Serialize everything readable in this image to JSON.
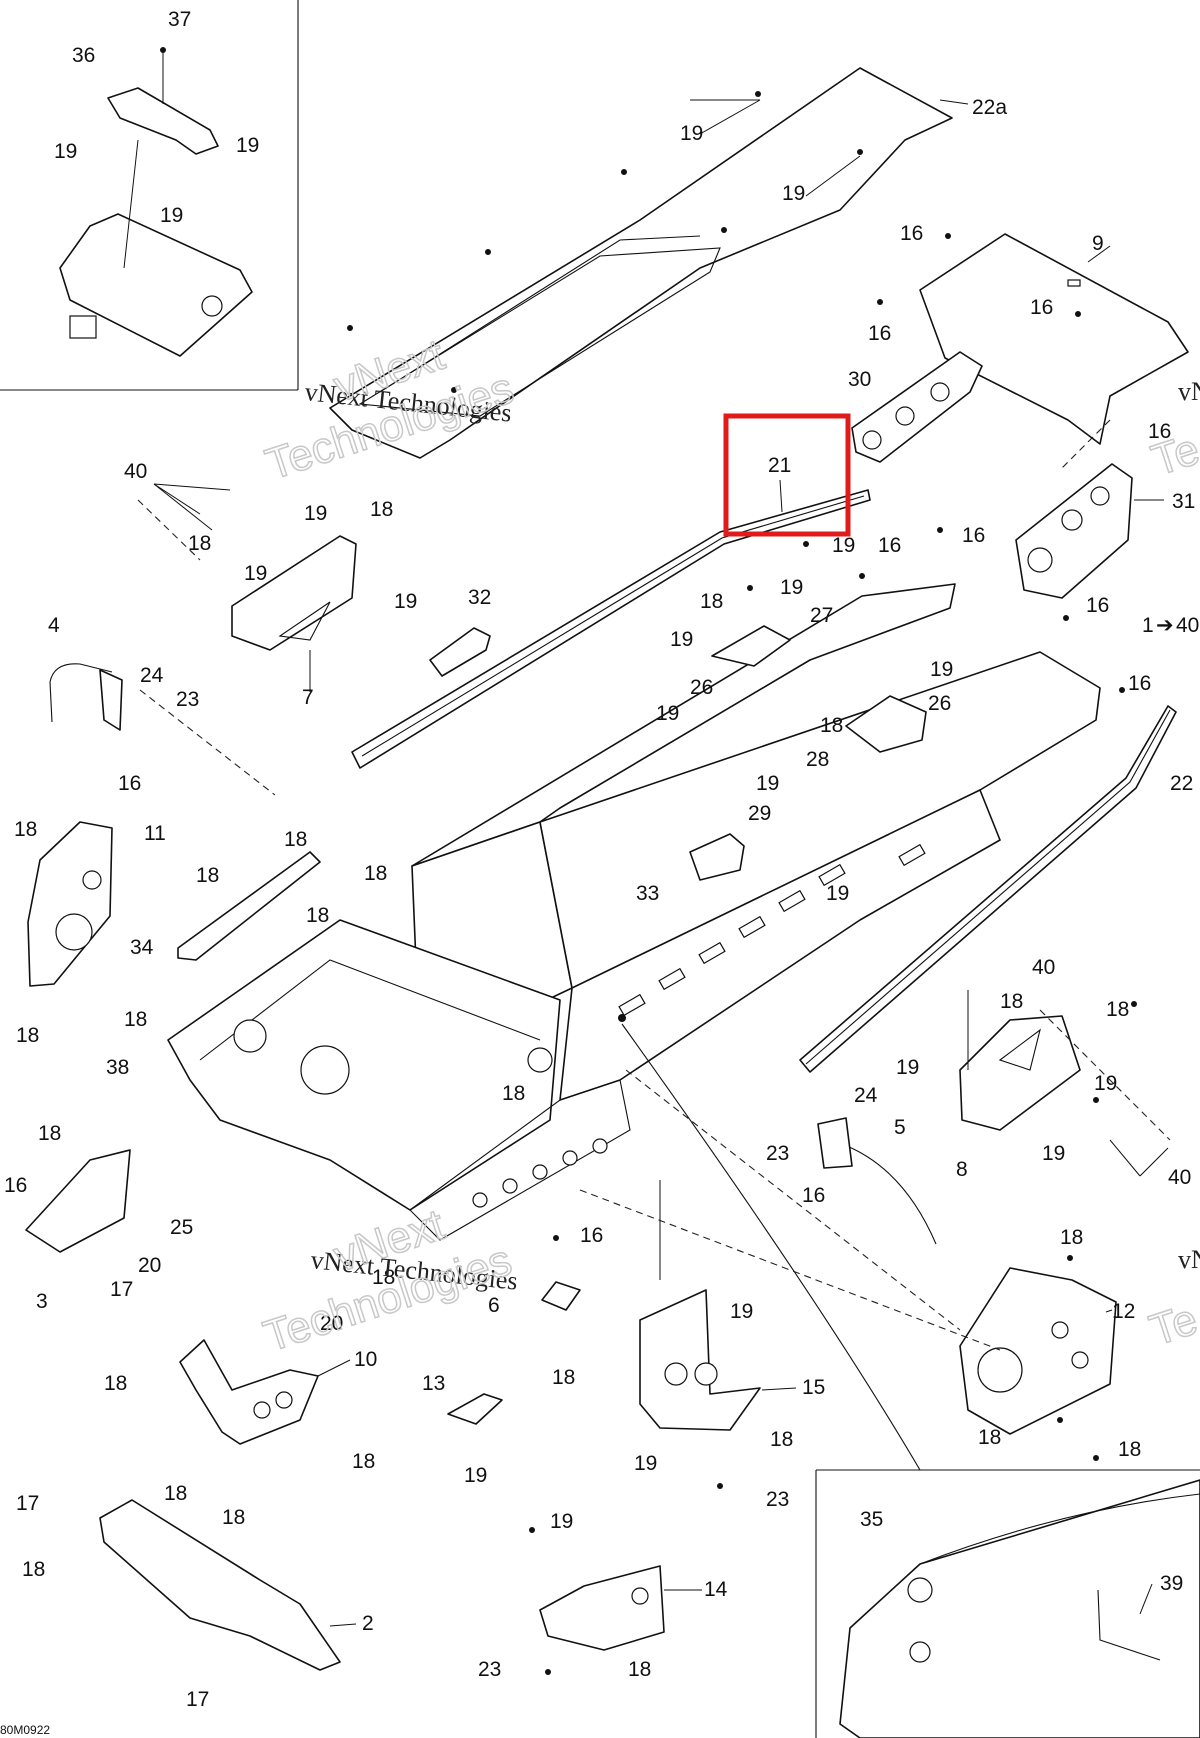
{
  "diagram_code": "80M0922",
  "watermark": {
    "line1": "vNext Technologies",
    "line2": "vNext",
    "line3": "Technologies",
    "edge": "vN",
    "edge2": "Te"
  },
  "highlight_color": "#e01b1b",
  "highlighted_part": "21",
  "callouts": {
    "c37": "37",
    "c36": "36",
    "c19a": "19",
    "c19b": "19",
    "c19c": "19",
    "c22a": "22a",
    "c19d": "19",
    "c19e": "19",
    "c16a": "16",
    "c9": "9",
    "c16b": "16",
    "c16c": "16",
    "c30": "30",
    "c21": "21",
    "c16d": "16",
    "c31": "31",
    "c40a": "40",
    "c19f": "19",
    "c18a": "18",
    "c18b": "18",
    "c19g": "19",
    "c7": "7",
    "c19h": "19",
    "c32": "32",
    "c19i": "19",
    "c16e": "16",
    "c16f": "16",
    "c18c": "18",
    "c19j": "19",
    "c27": "27",
    "c19k": "19",
    "c16g": "16",
    "c1": "1",
    "c1arrow": "➔",
    "c40b": "40",
    "c4": "4",
    "c24a": "24",
    "c23a": "23",
    "c16h": "16",
    "c26a": "26",
    "c19l": "19",
    "c19m": "19",
    "c16i": "16",
    "c18d": "18",
    "c26b": "26",
    "c28": "28",
    "c22": "22",
    "c19n": "19",
    "c29": "29",
    "c18e": "18",
    "c11": "11",
    "c18f": "18",
    "c18g": "18",
    "c18h": "18",
    "c18i": "18",
    "c33": "33",
    "c19o": "19",
    "c34": "34",
    "c18j": "18",
    "c18k": "18",
    "c40c": "40",
    "c18l": "18",
    "c18m": "18",
    "c38": "38",
    "c19p": "19",
    "c19q": "19",
    "c18n": "18",
    "c24b": "24",
    "c5": "5",
    "c18o": "18",
    "c23b": "23",
    "c8": "8",
    "c19r": "19",
    "c40d": "40",
    "c16j": "16",
    "c16k": "16",
    "c25": "25",
    "c20a": "20",
    "c3": "3",
    "c17a": "17",
    "c16l": "16",
    "c18p": "18",
    "c18q": "18",
    "c6": "6",
    "c12": "12",
    "c20b": "20",
    "c19s": "19",
    "c10": "10",
    "c18r": "18",
    "c15": "15",
    "c13": "13",
    "c18s": "18",
    "c18t": "18",
    "c19t": "19",
    "c19u": "19",
    "c18u": "18",
    "c18v": "18",
    "c18w": "18",
    "c18x": "18",
    "c23c": "23",
    "c17b": "17",
    "c35": "35",
    "c18y": "18",
    "c19v": "19",
    "c14": "14",
    "c39": "39",
    "c2": "2",
    "c23d": "23",
    "c18z": "18",
    "c17c": "17",
    "c18aa": "18"
  }
}
